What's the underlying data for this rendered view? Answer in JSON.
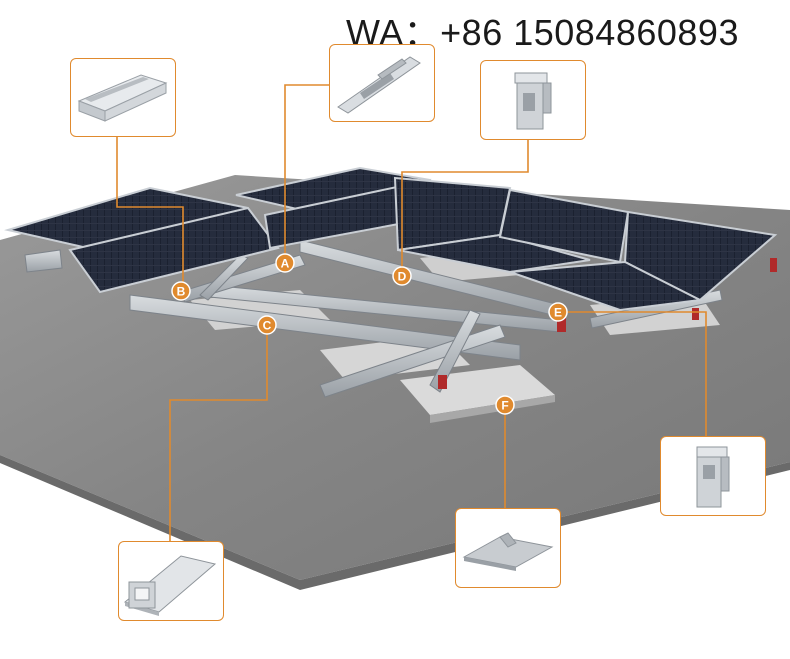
{
  "header": {
    "contact": "WA：+86 15084860893"
  },
  "markers": [
    {
      "id": "A",
      "label": "A"
    },
    {
      "id": "B",
      "label": "B"
    },
    {
      "id": "C",
      "label": "C"
    },
    {
      "id": "D",
      "label": "D"
    },
    {
      "id": "E",
      "label": "E"
    },
    {
      "id": "F",
      "label": "F"
    }
  ],
  "colors": {
    "accent": "#e08a2e",
    "panel": "#1c2230",
    "roof": "#8c8c8c",
    "rail": "#b9bec4",
    "ballast": "#cfcfcf"
  },
  "callout_icons": {
    "A": "rail-connector-icon",
    "B": "channel-rail-icon",
    "C": "aluminum-profile-icon",
    "D": "end-clamp-icon",
    "E": "mid-clamp-icon",
    "F": "flashing-plate-icon"
  }
}
